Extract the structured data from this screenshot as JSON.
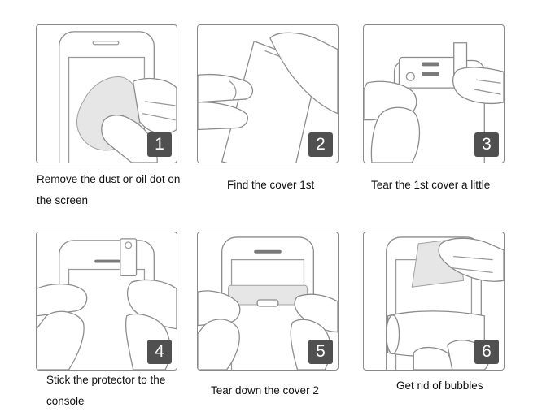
{
  "steps": [
    {
      "number": "1",
      "caption_line1": "Remove the dust or oil dot on",
      "caption_line2": "the screen"
    },
    {
      "number": "2",
      "caption_line1": "Find the cover 1st",
      "caption_line2": ""
    },
    {
      "number": "3",
      "caption_line1": "Tear the 1st cover a little",
      "caption_line2": ""
    },
    {
      "number": "4",
      "caption_line1": "Stick the protector to the",
      "caption_line2": "console"
    },
    {
      "number": "5",
      "caption_line1": "Tear down the cover 2",
      "caption_line2": ""
    },
    {
      "number": "6",
      "caption_line1": "Get rid of bubbles",
      "caption_line2": ""
    }
  ],
  "colors": {
    "badge_bg": "#505050",
    "badge_text": "#ffffff",
    "panel_border": "#8a8a8a"
  }
}
